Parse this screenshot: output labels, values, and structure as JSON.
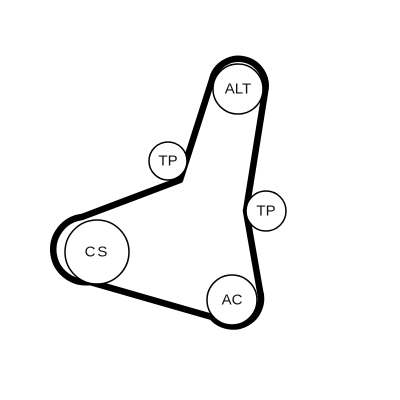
{
  "diagram": {
    "type": "belt-routing",
    "colors": {
      "belt": "#000000",
      "pulley_stroke": "#000000",
      "pulley_fill": "#ffffff",
      "text": "#111111"
    },
    "pulleys": {
      "alt": {
        "label": "ALT"
      },
      "tp_upper": {
        "label": "TP"
      },
      "tp_right": {
        "label": "TP"
      },
      "cs": {
        "label": "CS"
      },
      "ac": {
        "label": "AC"
      }
    }
  }
}
